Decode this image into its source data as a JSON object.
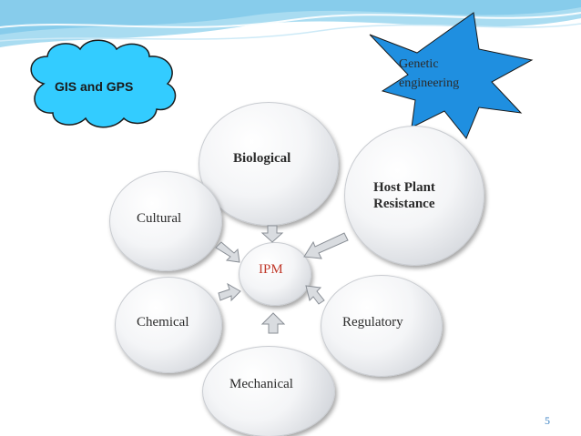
{
  "colors": {
    "cloud_fill": "#33ccff",
    "star_fill": "#1f8fe0",
    "arrow_fill": "#d9dce0",
    "ipm_text": "#c0392b",
    "header_wave": "#7ec8ea"
  },
  "diagram": {
    "center": "IPM",
    "tactics": {
      "biological": "Biological",
      "host_plant_resistance": [
        "Host Plant",
        "Resistance"
      ],
      "cultural": "Cultural",
      "chemical": "Chemical",
      "regulatory": "Regulatory",
      "mechanical": "Mechanical"
    },
    "cloud_label": "GIS and GPS",
    "starburst_label": [
      "Genetic",
      "engineering"
    ]
  },
  "slide": {
    "page_number": "5"
  }
}
